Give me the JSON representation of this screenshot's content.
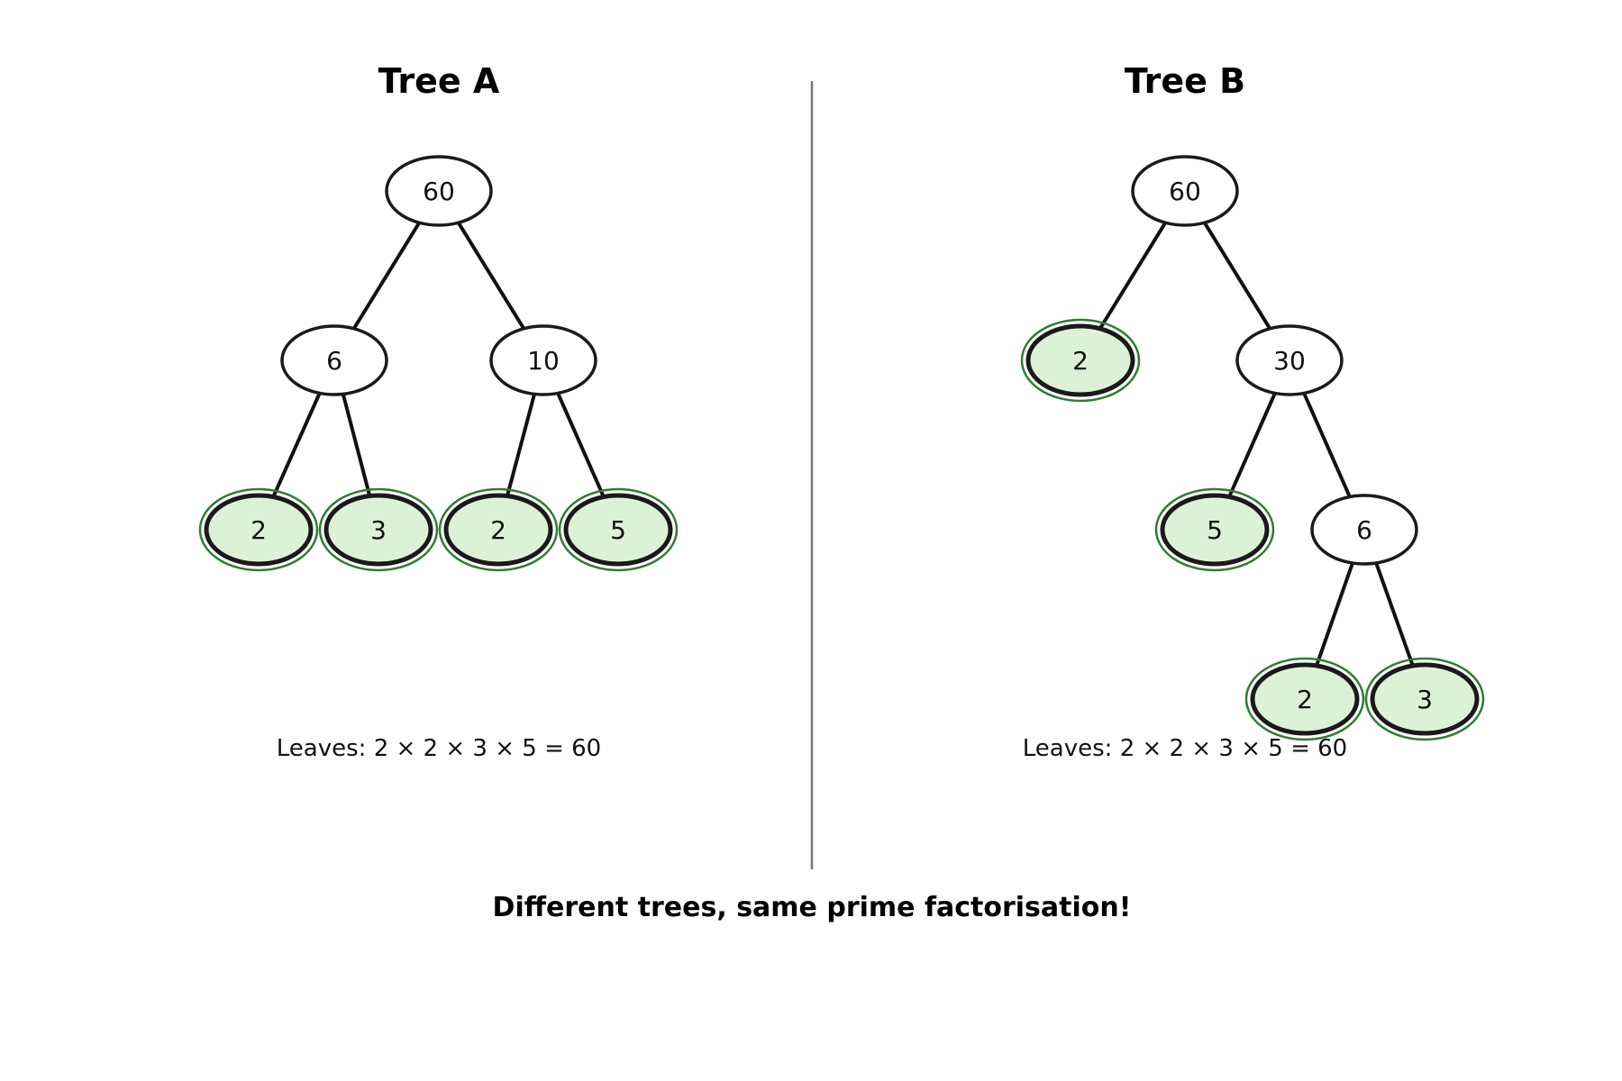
{
  "colors": {
    "leaf_fill": "#dcf2d6",
    "leaf_ring": "#2e7d32",
    "divider": "#777777"
  },
  "trees": [
    {
      "title": "Tree A",
      "nodes": [
        {
          "id": "a-root",
          "label": "60",
          "leaf": false
        },
        {
          "id": "a-6",
          "label": "6",
          "leaf": false
        },
        {
          "id": "a-10",
          "label": "10",
          "leaf": false
        },
        {
          "id": "a-2a",
          "label": "2",
          "leaf": true
        },
        {
          "id": "a-3",
          "label": "3",
          "leaf": true
        },
        {
          "id": "a-2b",
          "label": "2",
          "leaf": true
        },
        {
          "id": "a-5",
          "label": "5",
          "leaf": true
        }
      ],
      "edges": [
        [
          "a-root",
          "a-6"
        ],
        [
          "a-root",
          "a-10"
        ],
        [
          "a-6",
          "a-2a"
        ],
        [
          "a-6",
          "a-3"
        ],
        [
          "a-10",
          "a-2b"
        ],
        [
          "a-10",
          "a-5"
        ]
      ],
      "caption": "Leaves: 2 × 2 × 3 × 5 = 60"
    },
    {
      "title": "Tree B",
      "nodes": [
        {
          "id": "b-root",
          "label": "60",
          "leaf": false
        },
        {
          "id": "b-2",
          "label": "2",
          "leaf": true
        },
        {
          "id": "b-30",
          "label": "30",
          "leaf": false
        },
        {
          "id": "b-5",
          "label": "5",
          "leaf": true
        },
        {
          "id": "b-6",
          "label": "6",
          "leaf": false
        },
        {
          "id": "b-2b",
          "label": "2",
          "leaf": true
        },
        {
          "id": "b-3",
          "label": "3",
          "leaf": true
        }
      ],
      "edges": [
        [
          "b-root",
          "b-2"
        ],
        [
          "b-root",
          "b-30"
        ],
        [
          "b-30",
          "b-5"
        ],
        [
          "b-30",
          "b-6"
        ],
        [
          "b-6",
          "b-2b"
        ],
        [
          "b-6",
          "b-3"
        ]
      ],
      "caption": "Leaves: 2 × 2 × 3 × 5 = 60"
    }
  ],
  "conclusion": "Different trees, same prime factorisation!"
}
